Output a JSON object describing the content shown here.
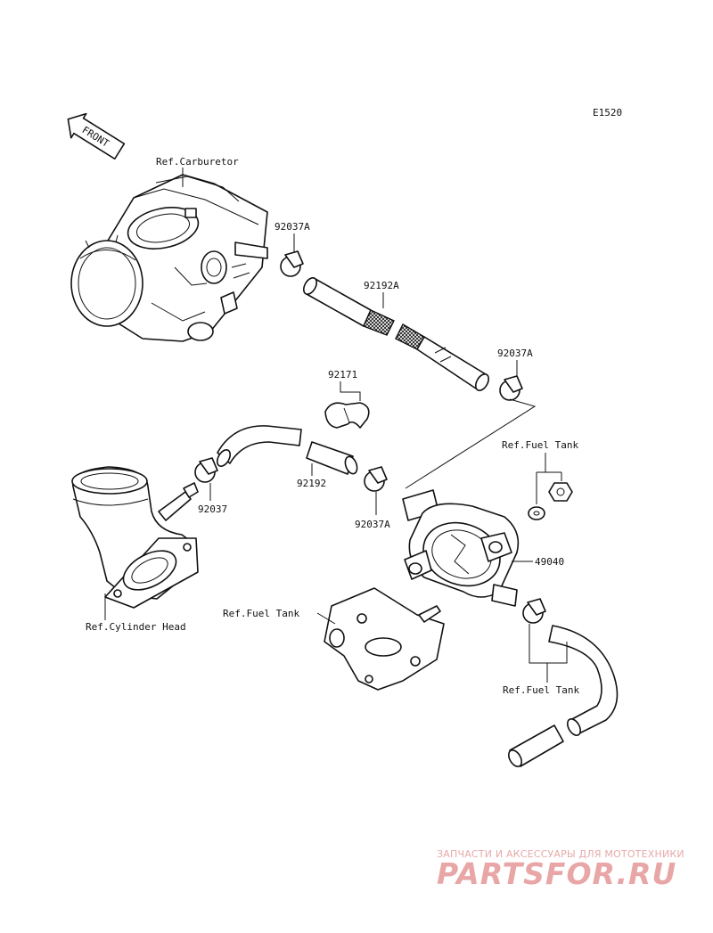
{
  "diagram_code": "E1520",
  "front_arrow_text": "FRONT",
  "refs": {
    "carburetor": "Ref.Carburetor",
    "cylinder_head": "Ref.Cylinder Head",
    "fuel_tank_upper": "Ref.Fuel Tank",
    "fuel_tank_left": "Ref.Fuel Tank",
    "fuel_tank_lower": "Ref.Fuel Tank"
  },
  "parts": {
    "clamp_top": "92037A",
    "hose_top": "92192A",
    "clamp_right": "92037A",
    "holder": "92171",
    "clamp_left": "92037",
    "hose_mid": "92192",
    "clamp_mid": "92037A",
    "fuel_pump": "49040"
  },
  "watermark": {
    "caption": "ЗАПЧАСТИ И АКСЕССУАРЫ ДЛЯ МОТОТЕХНИКИ",
    "brand": "PARTSFOR.RU"
  }
}
